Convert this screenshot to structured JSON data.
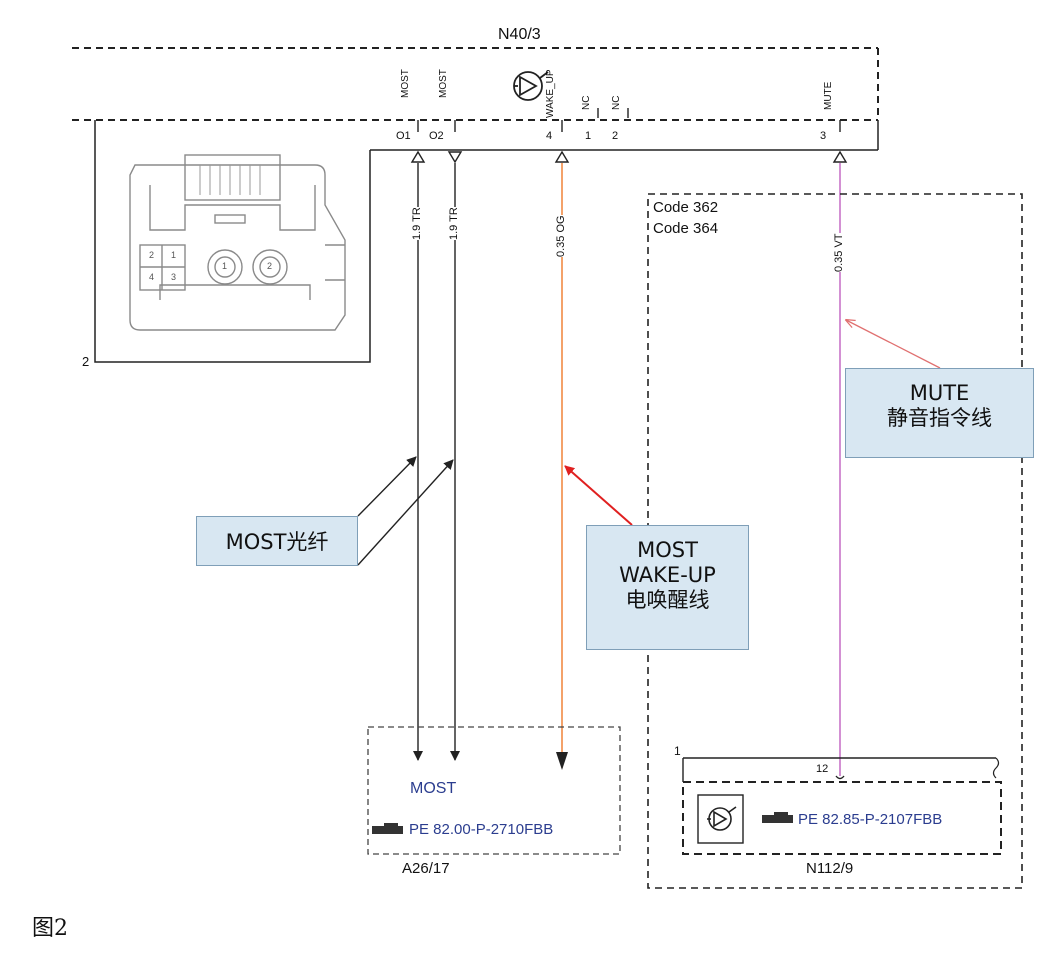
{
  "module_top": {
    "name": "N40/3",
    "pin_signals": {
      "most_1": "MOST",
      "most_2": "MOST",
      "wake_up": "WAKE_UP",
      "nc_1": "NC",
      "nc_2": "NC",
      "mute": "MUTE"
    },
    "pin_numbers": {
      "o1": "O1",
      "o2": "O2",
      "p4": "4",
      "p1": "1",
      "p2": "2",
      "p3": "3"
    },
    "connector_label": "2",
    "connector_pins": [
      "2",
      "1",
      "4",
      "3"
    ],
    "fiber_ports": [
      "1",
      "2"
    ]
  },
  "wires": {
    "w1": "1.9 TR",
    "w2": "1.9 TR",
    "w3": "0.35 OG",
    "w4": "0.35 VT"
  },
  "code_box": {
    "line1": "Code 362",
    "line2": "Code 364"
  },
  "module_bottom_left": {
    "name": "A26/17",
    "signal": "MOST",
    "ref": "PE 82.00-P-2710FBB"
  },
  "module_bottom_right": {
    "name": "N112/9",
    "pin_left": "1",
    "pin": "12",
    "ref": "PE 82.85-P-2107FBB"
  },
  "callouts": {
    "most_fiber": "MOST光纤",
    "wake_line1": "MOST",
    "wake_line2": "WAKE-UP",
    "wake_line3": "电唤醒线",
    "mute_line1": "MUTE",
    "mute_line2": "静音指令线"
  },
  "figure_caption": "图2",
  "colors": {
    "wire_most": "#222222",
    "wire_wakeup": "#f07a2a",
    "wire_mute": "#c060c0",
    "arrow_wakeup": "#e02020",
    "arrow_mute": "#e07070",
    "callout_fill": "#d8e7f2",
    "ref_text": "#2b3d8f"
  },
  "icons": [
    "amplifier-icon",
    "pointing-hand-icon"
  ]
}
